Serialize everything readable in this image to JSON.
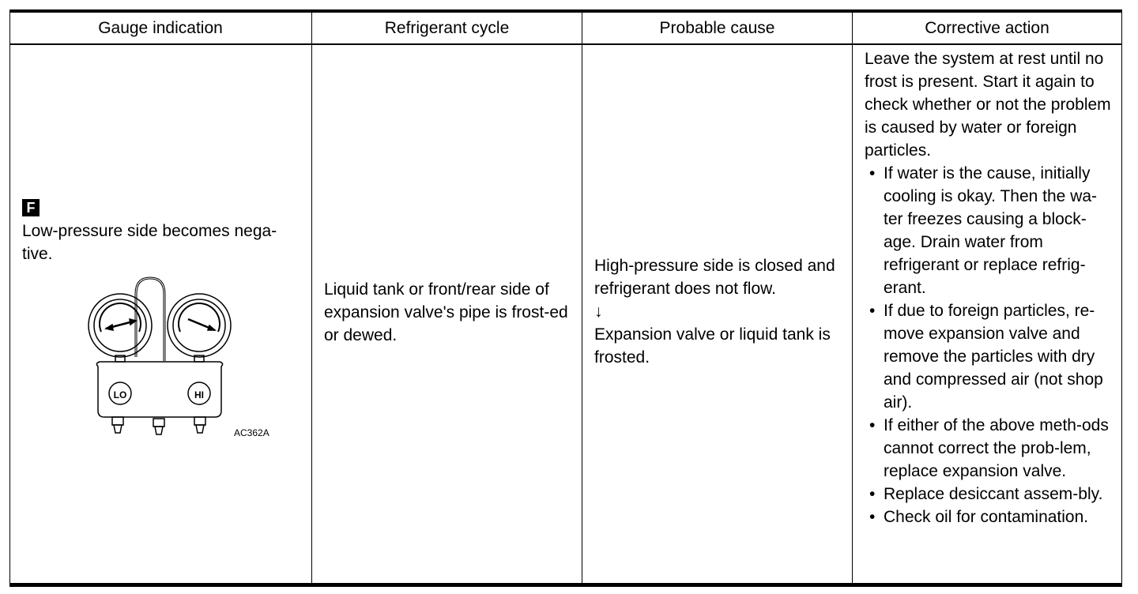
{
  "table": {
    "headers": [
      "Gauge indication",
      "Refrigerant cycle",
      "Probable cause",
      "Corrective action"
    ],
    "row": {
      "gauge_badge": "F",
      "gauge_text": "Low-pressure side becomes nega-tive.",
      "gauge_figure": {
        "lo_label": "LO",
        "hi_label": "HI",
        "figure_id": "AC362A"
      },
      "refrigerant_cycle": "Liquid tank or front/rear side of expansion valve's pipe is frost-ed or dewed.",
      "probable_cause": {
        "line1": "High-pressure side is closed and refrigerant does not flow.",
        "arrow": "↓",
        "line2": "Expansion valve or liquid tank is frosted."
      },
      "corrective_action": {
        "intro": "Leave the system at rest until no frost is present. Start it again to check whether or not the problem is caused by water or foreign particles.",
        "bullets": [
          "If water is the cause, initially cooling is okay. Then the wa-ter freezes causing a block-age. Drain water from refrigerant or replace refrig-erant.",
          "If due to foreign particles, re-move expansion valve and remove the particles with dry and compressed air (not shop air).",
          "If either of the above meth-ods cannot correct the prob-lem, replace expansion valve.",
          "Replace desiccant assem-bly.",
          "Check oil for contamination."
        ]
      }
    }
  }
}
